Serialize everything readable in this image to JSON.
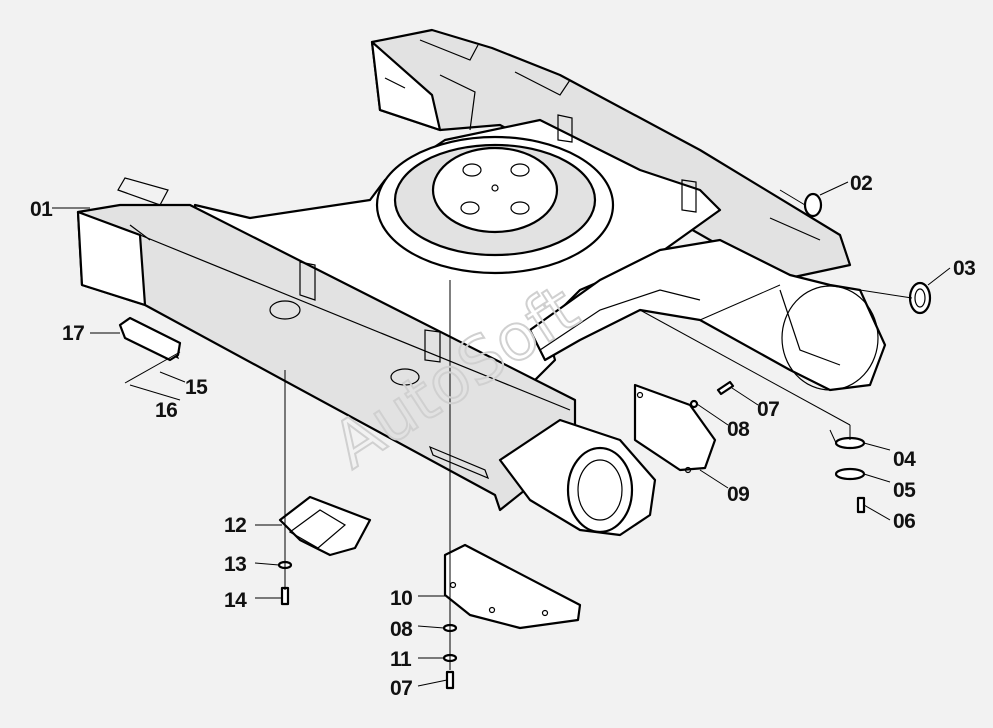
{
  "diagram": {
    "watermark": "AutoSoft",
    "callouts": [
      {
        "id": "01",
        "label": "01"
      },
      {
        "id": "02",
        "label": "02"
      },
      {
        "id": "03",
        "label": "03"
      },
      {
        "id": "04",
        "label": "04"
      },
      {
        "id": "05",
        "label": "05"
      },
      {
        "id": "06",
        "label": "06"
      },
      {
        "id": "07a",
        "label": "07"
      },
      {
        "id": "08a",
        "label": "08"
      },
      {
        "id": "09",
        "label": "09"
      },
      {
        "id": "10",
        "label": "10"
      },
      {
        "id": "08b",
        "label": "08"
      },
      {
        "id": "11",
        "label": "11"
      },
      {
        "id": "07b",
        "label": "07"
      },
      {
        "id": "12",
        "label": "12"
      },
      {
        "id": "13",
        "label": "13"
      },
      {
        "id": "14",
        "label": "14"
      },
      {
        "id": "15",
        "label": "15"
      },
      {
        "id": "16",
        "label": "16"
      },
      {
        "id": "17",
        "label": "17"
      }
    ]
  }
}
